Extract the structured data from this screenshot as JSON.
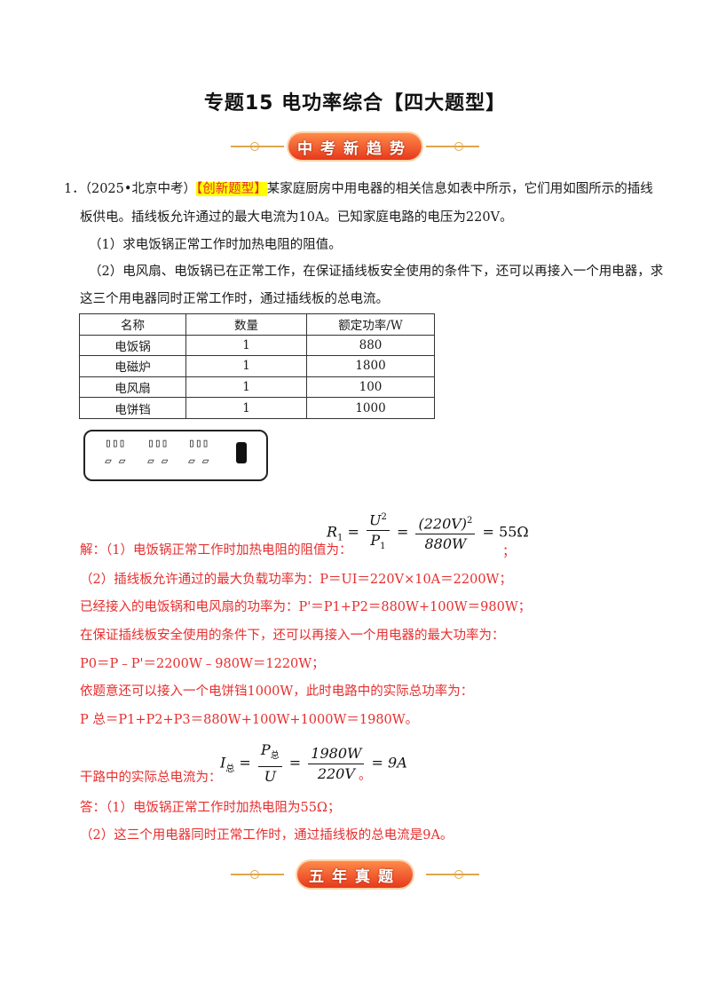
{
  "header": {
    "title": "专题15  电功率综合【四大题型】"
  },
  "banners": {
    "trend": [
      "中",
      "考",
      "新",
      "趋",
      "势"
    ],
    "five_year": [
      "五",
      "年",
      "真",
      "题"
    ]
  },
  "question": {
    "number": "1．",
    "source": "（2025•北京中考）",
    "tag": "【创新题型】",
    "stem_line1": "某家庭厨房中用电器的相关信息如表中所示，它们用如图所示的插线",
    "stem_line2": "板供电。插线板允许通过的最大电流为10A。已知家庭电路的电压为220V。",
    "sub1": "（1）求电饭锅正常工作时加热电阻的阻值。",
    "sub2_line1": "（2）电风扇、电饭锅已在正常工作，在保证插线板安全使用的条件下，还可以再接入一个用电器，求",
    "sub2_line2": "这三个用电器同时正常工作时，通过插线板的总电流。"
  },
  "table": {
    "headers": [
      "名称",
      "数量",
      "额定功率/W"
    ],
    "rows": [
      [
        "电饭锅",
        "1",
        "880"
      ],
      [
        "电磁炉",
        "1",
        "1800"
      ],
      [
        "电风扇",
        "1",
        "100"
      ],
      [
        "电饼铛",
        "1",
        "1000"
      ]
    ]
  },
  "power_strip": {
    "sockets": [
      {
        "top": "▯▯▯",
        "bottom": "▱ ▱"
      },
      {
        "top": "▯▯▯",
        "bottom": "▱ ▱"
      },
      {
        "top": "▯▯▯",
        "bottom": "▱ ▱"
      }
    ]
  },
  "solution": {
    "l1_text": "解：（1）电饭锅正常工作时加热电阻的阻值为：",
    "l1_end": "；",
    "f1": {
      "lhs": "R",
      "lhs_sub": "1",
      "num1": "U",
      "num1_sup": "2",
      "den1": "P",
      "den1_sub": "1",
      "num2": "(220V)",
      "num2_sup": "2",
      "den2": "880W",
      "result": "55Ω"
    },
    "l2": "（2）插线板允许通过的最大负载功率为：P＝UI＝220V×10A＝2200W；",
    "l3": "已经接入的电饭锅和电风扇的功率为：P'＝P1+P2＝880W+100W＝980W；",
    "l4": "在保证插线板安全使用的条件下，还可以再接入一个用电器的最大功率为：",
    "l5": "P0＝P﹣P'＝2200W﹣980W＝1220W；",
    "l6": "依题意还可以接入一个电饼铛1000W，此时电路中的实际总功率为：",
    "l7": "P 总＝P1+P2+P3＝880W+100W+1000W＝1980W。",
    "l8_text": "干路中的实际总电流为：",
    "l8_end": "。",
    "f2": {
      "lhs": "I",
      "lhs_sub": "总",
      "num1": "P",
      "num1_sub": "总",
      "den1": "U",
      "num2": "1980W",
      "den2": "220V",
      "result": "9A"
    },
    "a1": "答：（1）电饭锅正常工作时加热电阻为55Ω；",
    "a2": "（2）这三个用电器同时正常工作时，通过插线板的总电流是9A。"
  }
}
